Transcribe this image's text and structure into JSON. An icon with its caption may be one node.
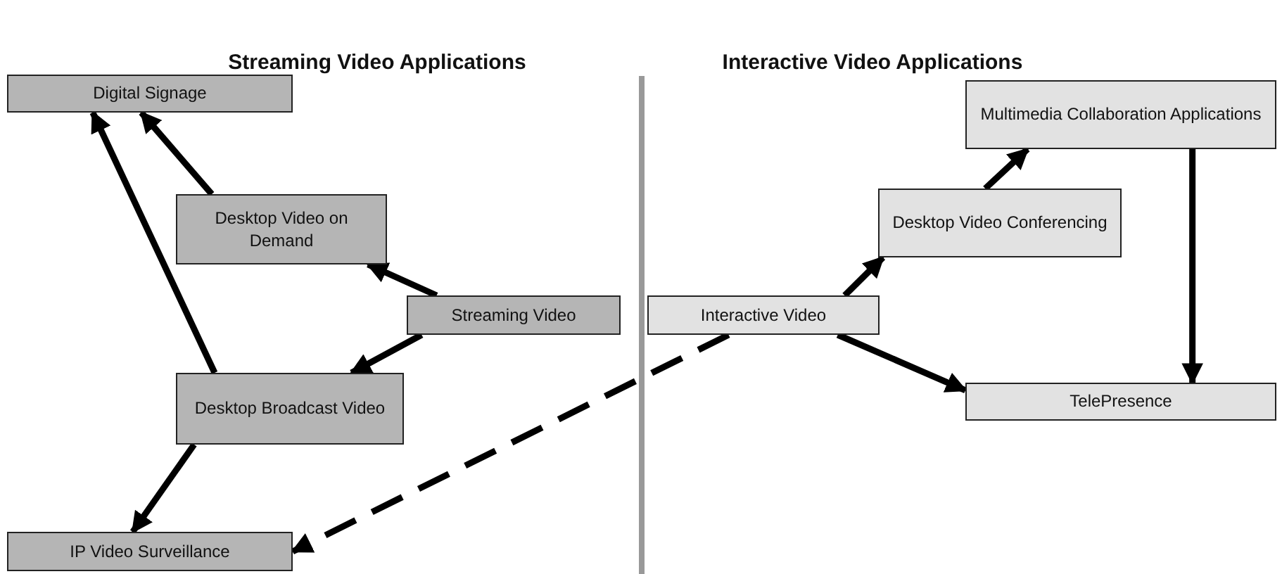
{
  "diagram": {
    "nodes": [
      {
        "text": [
          "Digital Signage"
        ]
      },
      {
        "text": [
          "Desktop Video on Demand"
        ]
      },
      {
        "text": [
          "Streaming Video"
        ]
      },
      {
        "text": [
          "Desktop Broadcast Video"
        ]
      },
      {
        "text": [
          "IP Video Surveillance"
        ]
      },
      {
        "text": [
          "Interactive Video"
        ]
      },
      {
        "text": [
          "Desktop Video Conferencing"
        ]
      },
      {
        "text": [
          "Multimedia Collaboration Applications"
        ]
      },
      {
        "text": [
          "TelePresence"
        ]
      }
    ],
    "edges": [
      {
        "from": 2,
        "to": 1,
        "arrow": "to"
      },
      {
        "from": 2,
        "to": 3,
        "arrow": "to"
      },
      {
        "from": 1,
        "to": 0,
        "arrow": "to"
      },
      {
        "from": 3,
        "to": 0,
        "arrow": "to"
      },
      {
        "from": 3,
        "to": 4,
        "arrow": "to"
      },
      {
        "from": 5,
        "to": 4,
        "arrow": "to",
        "style": "dashed"
      },
      {
        "from": 5,
        "to": 6,
        "arrow": "to"
      },
      {
        "from": 5,
        "to": 8,
        "arrow": "to"
      },
      {
        "from": 6,
        "to": 7,
        "arrow": "to"
      },
      {
        "from": 7,
        "to": 8,
        "arrow": "to"
      }
    ],
    "labels": [
      "Streaming Video Applications",
      "Interactive Video Applications"
    ]
  }
}
